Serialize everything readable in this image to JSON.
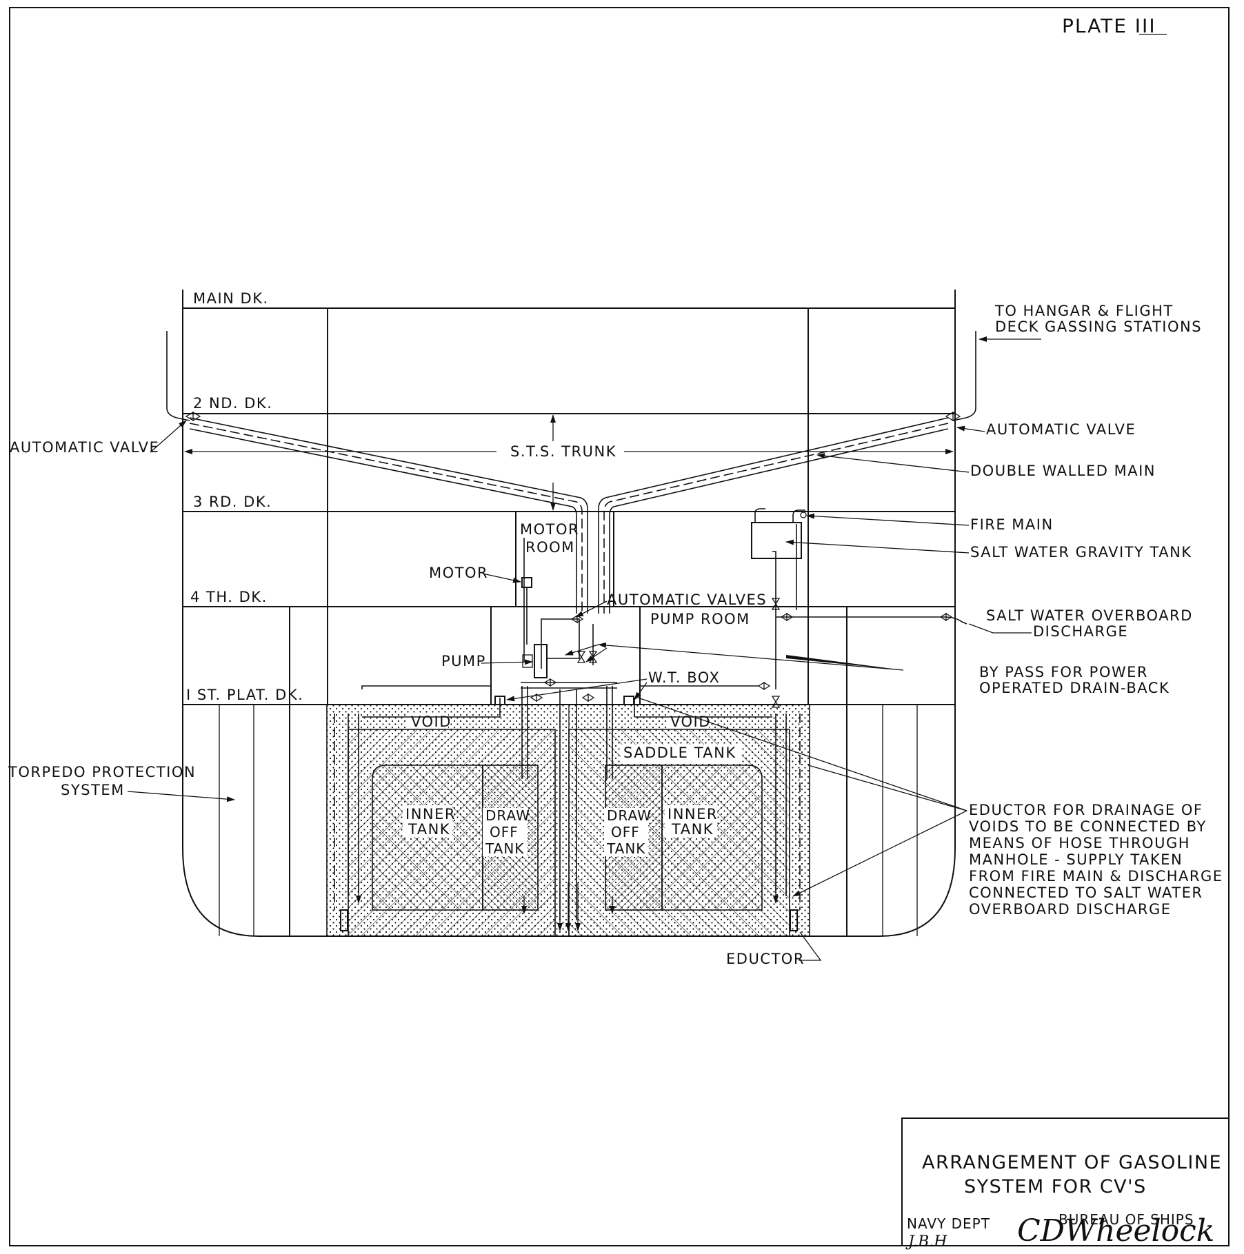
{
  "plate": "PLATE III",
  "decks": {
    "main": "MAIN DK.",
    "second": "2 ND. DK.",
    "third": "3 RD. DK.",
    "fourth": "4 TH. DK.",
    "first_plat": "I ST. PLAT. DK."
  },
  "spaces": {
    "sts_trunk": "S.T.S. TRUNK",
    "motor_room_1": "MOTOR",
    "motor_room_2": "ROOM",
    "pump_room": "PUMP ROOM",
    "void_left": "VOID",
    "void_right": "VOID",
    "saddle_tank": "SADDLE TANK",
    "inner_tank_left_1": "INNER",
    "inner_tank_left_2": "TANK",
    "inner_tank_right_1": "INNER",
    "inner_tank_right_2": "TANK",
    "draw_off_left_1": "DRAW",
    "draw_off_left_2": "OFF",
    "draw_off_left_3": "TANK",
    "draw_off_right_1": "DRAW",
    "draw_off_right_2": "OFF",
    "draw_off_right_3": "TANK"
  },
  "callouts": {
    "hangar_1": "TO HANGAR & FLIGHT",
    "hangar_2": "DECK GASSING STATIONS",
    "auto_valve_left": "AUTOMATIC VALVE",
    "auto_valve_right": "AUTOMATIC VALVE",
    "double_walled_main": "DOUBLE WALLED MAIN",
    "fire_main": "FIRE MAIN",
    "salt_water_gravity_tank": "SALT WATER GRAVITY TANK",
    "motor": "MOTOR",
    "automatic_valves": "AUTOMATIC VALVES",
    "overboard_1": "SALT WATER OVERBOARD",
    "overboard_2": "DISCHARGE",
    "pump": "PUMP",
    "wt_box": "W.T. BOX",
    "bypass_1": "BY PASS FOR POWER",
    "bypass_2": "OPERATED DRAIN-BACK",
    "torpedo_1": "TORPEDO PROTECTION",
    "torpedo_2": "SYSTEM",
    "eductor_note": [
      "EDUCTOR FOR DRAINAGE OF",
      "VOIDS TO BE CONNECTED BY",
      "MEANS OF HOSE THROUGH",
      "MANHOLE - SUPPLY TAKEN",
      "FROM FIRE MAIN & DISCHARGE",
      "CONNECTED TO SALT WATER",
      "OVERBOARD DISCHARGE"
    ],
    "eductor": "EDUCTOR"
  },
  "title_block": {
    "line1": "ARRANGEMENT OF GASOLINE",
    "line2": "SYSTEM FOR CV'S",
    "navy_dept": "NAVY DEPT",
    "bureau": "BUREAU OF SHIPS",
    "initials": "J.B.H",
    "signature": "CDWheelock"
  }
}
